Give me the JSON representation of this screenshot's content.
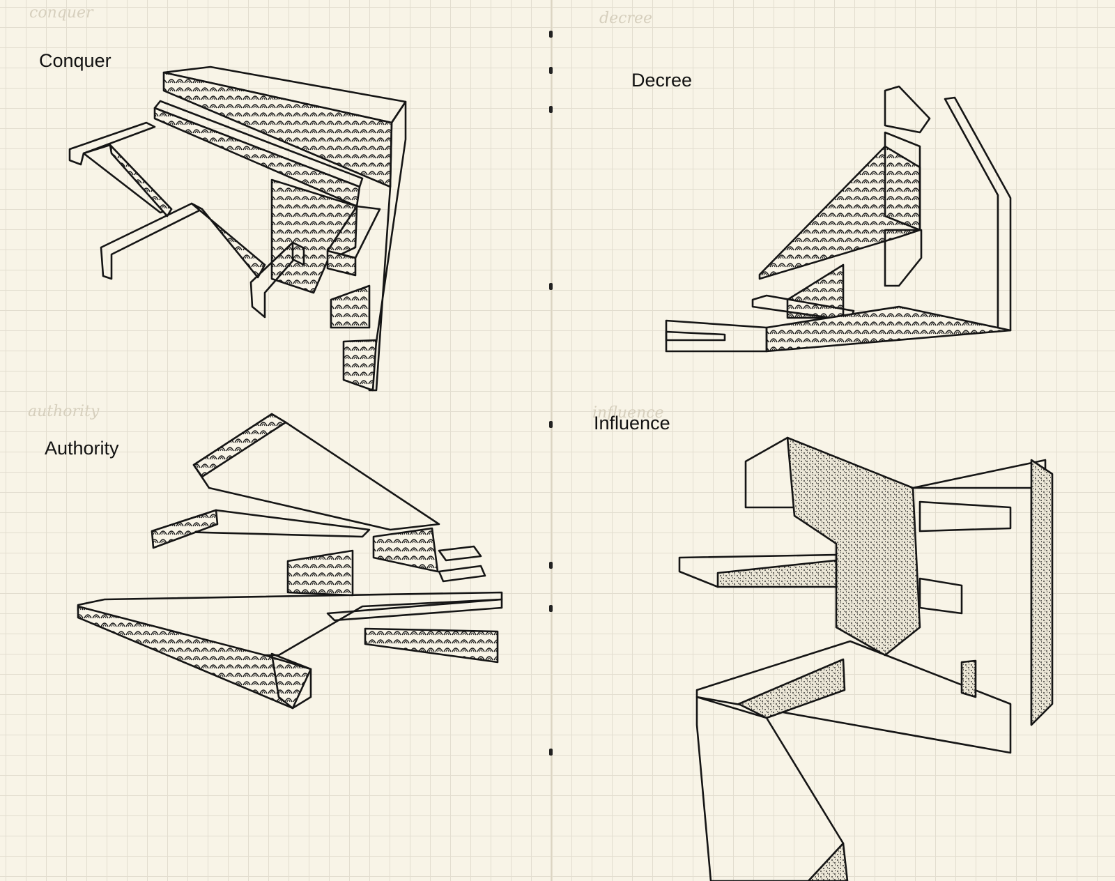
{
  "labels": {
    "conquer": "Conquer",
    "decree": "Decree",
    "authority": "Authority",
    "influence": "Influence"
  },
  "pencil_notes": {
    "conquer": "conquer",
    "decree": "decree",
    "authority": "authority",
    "influence": "influence"
  },
  "colors": {
    "paper": "#f8f4e7",
    "grid": "#e2ddcf",
    "ink": "#151515"
  }
}
